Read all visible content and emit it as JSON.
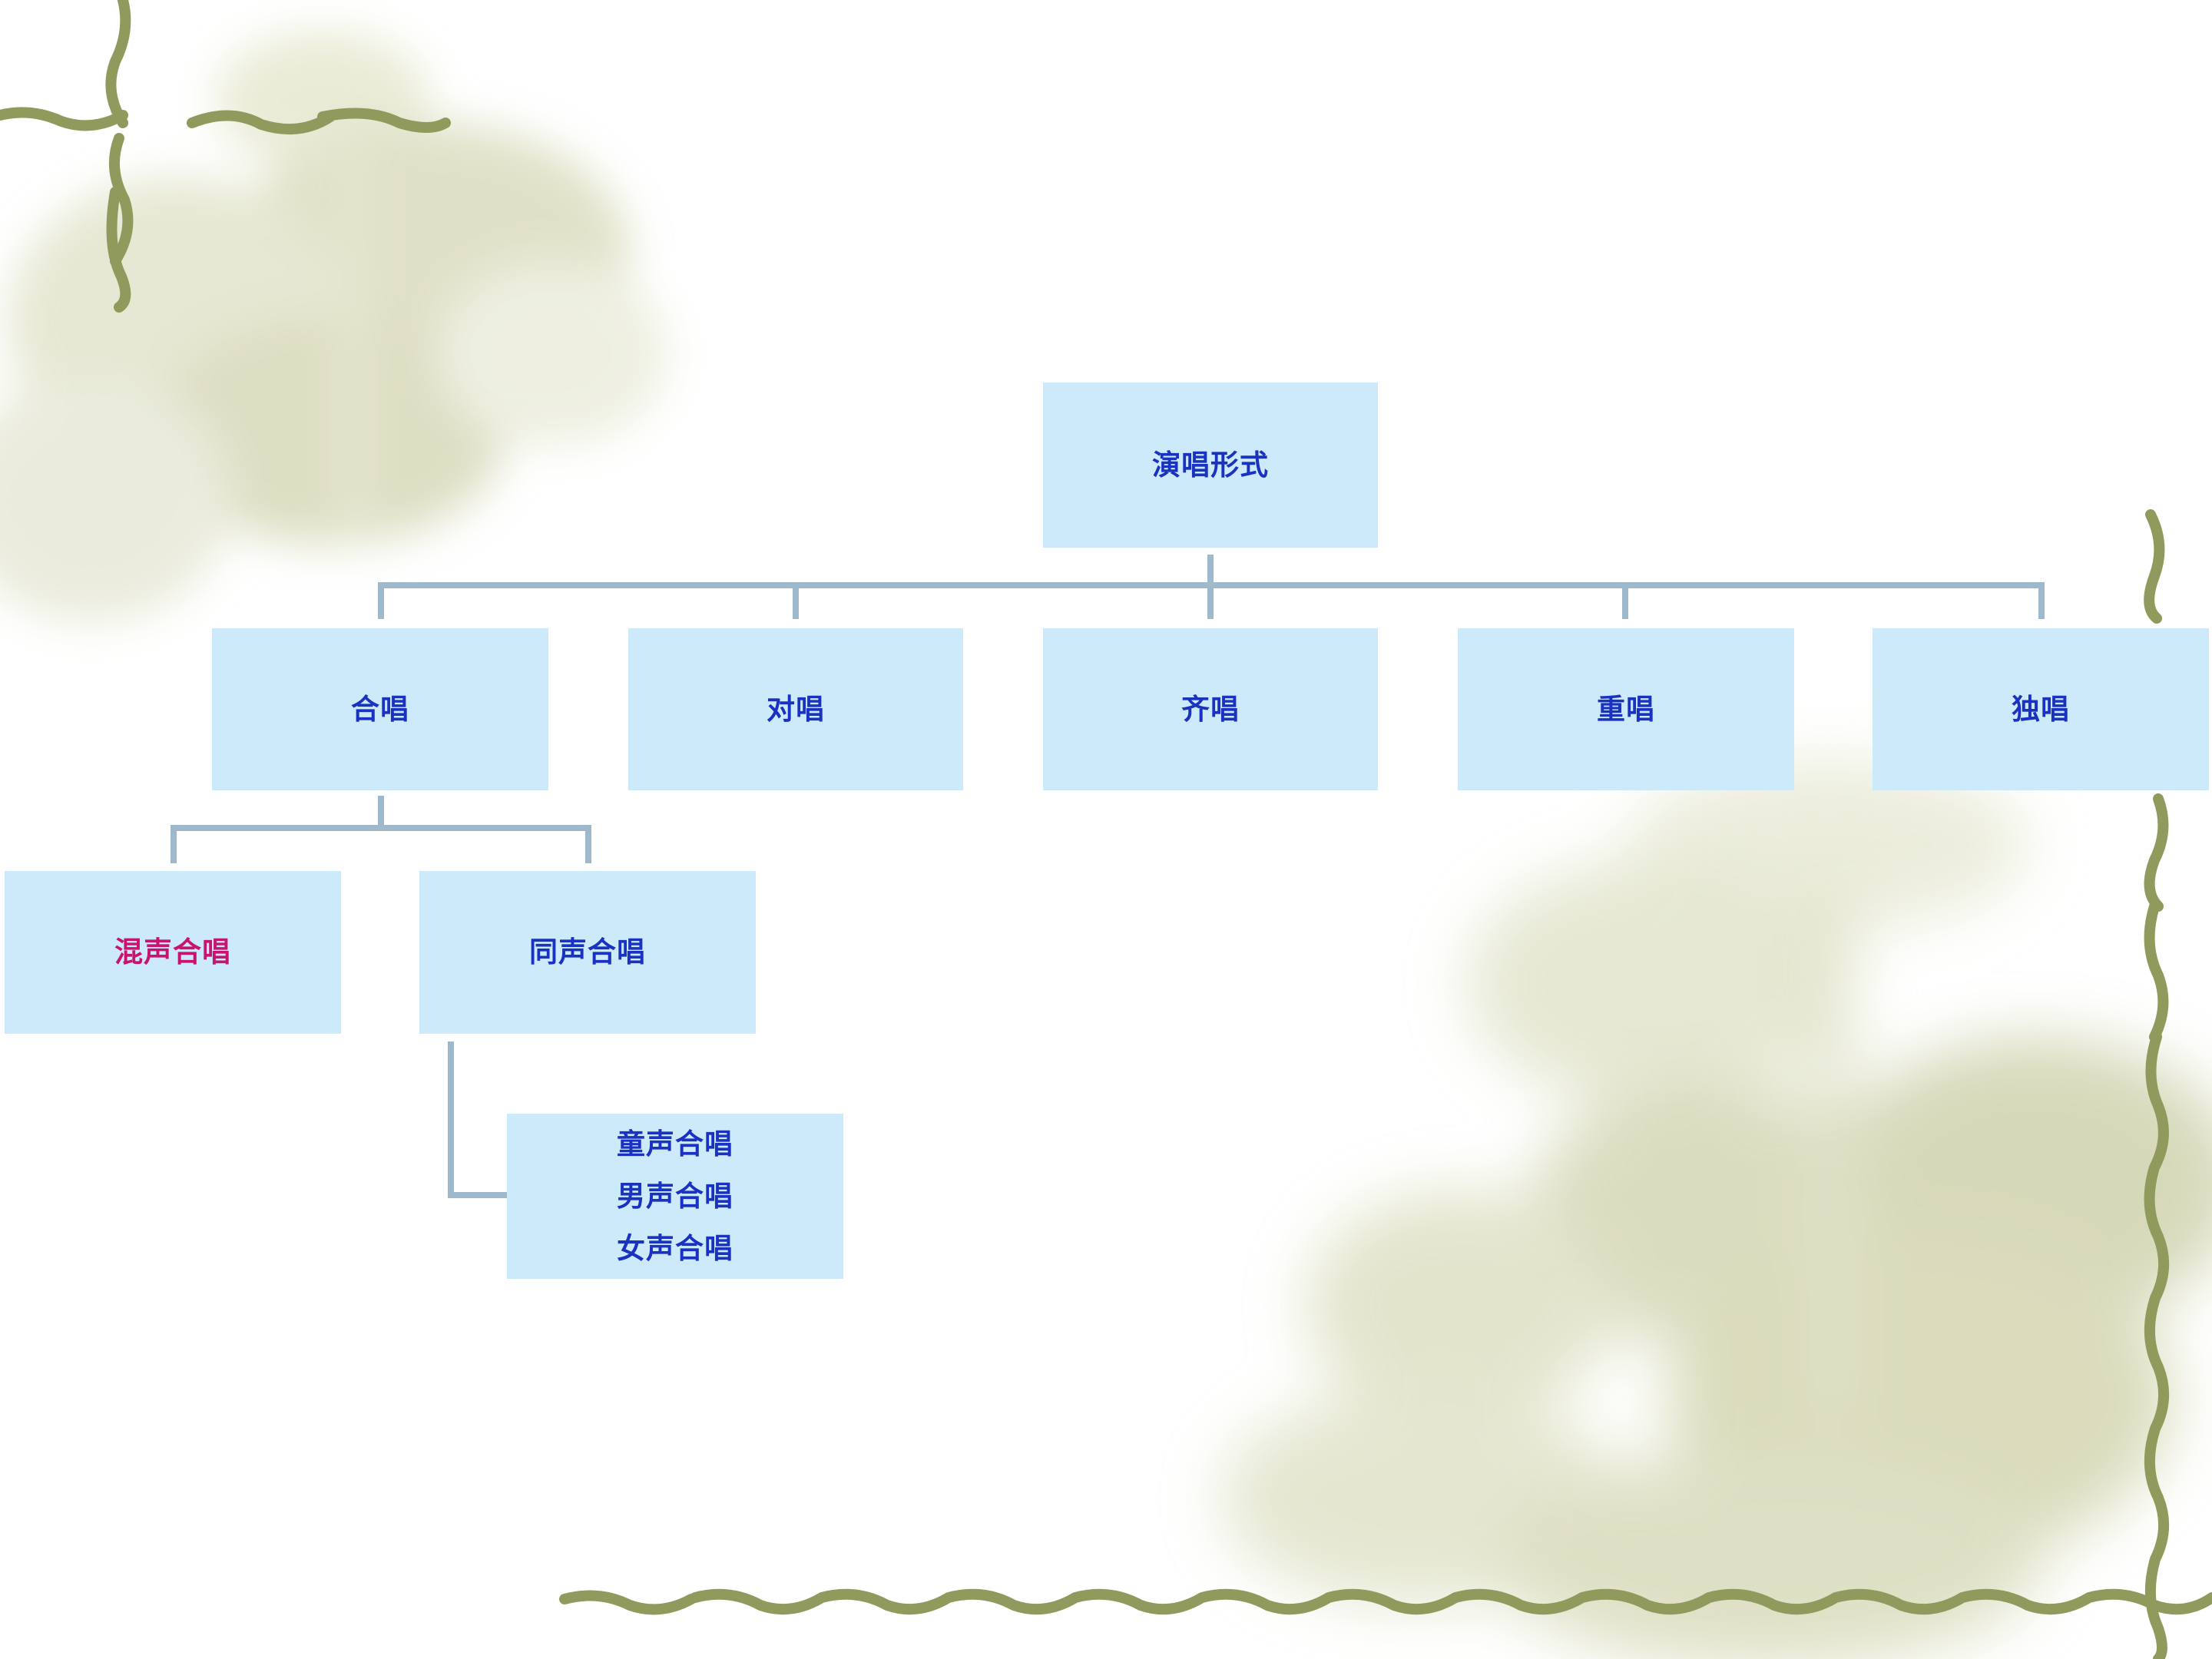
{
  "colors": {
    "node_fill": "#cdeafb",
    "node_text": "#1a32c0",
    "accent_text": "#c8146e",
    "connector": "#9fb9cc",
    "vine": "#8f9a5c"
  },
  "diagram": {
    "root": {
      "label": "演唱形式"
    },
    "level1": [
      {
        "label": "合唱"
      },
      {
        "label": "对唱"
      },
      {
        "label": "齐唱"
      },
      {
        "label": "重唱"
      },
      {
        "label": "独唱"
      }
    ],
    "chorus_children": [
      {
        "label": "混声合唱"
      },
      {
        "label": "同声合唱"
      }
    ],
    "same_voice_children": {
      "lines": [
        "童声合唱",
        "男声合唱",
        "女声合唱"
      ]
    }
  },
  "decor": {
    "icons": [
      "vine-border-icon",
      "lotus-watermark-icon"
    ]
  }
}
